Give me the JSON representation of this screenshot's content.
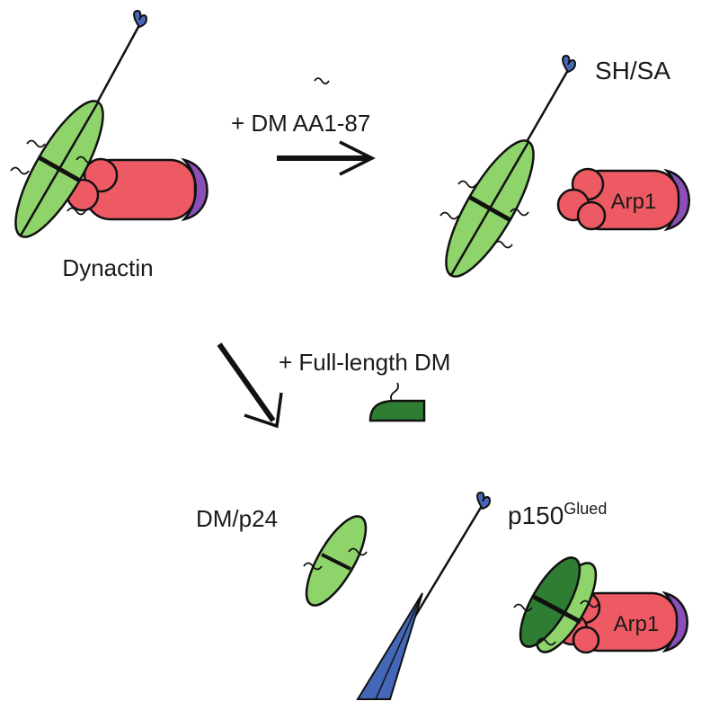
{
  "labels": {
    "dynactin": "Dynactin",
    "reaction_top": "+ DM AA1-87",
    "sh_sa": "SH/SA",
    "arp1_top": "Arp1",
    "reaction_bottom": "+ Full-length DM",
    "dm_p24": "DM/p24",
    "p150_main": "p150",
    "p150_superscript": "Glued",
    "arp1_bottom": "Arp1"
  },
  "colors": {
    "red": "#ee5a63",
    "light_green": "#8fd46b",
    "dark_green": "#2e7d32",
    "purple": "#8b50b8",
    "blue": "#4467b8",
    "stroke": "#111111"
  }
}
